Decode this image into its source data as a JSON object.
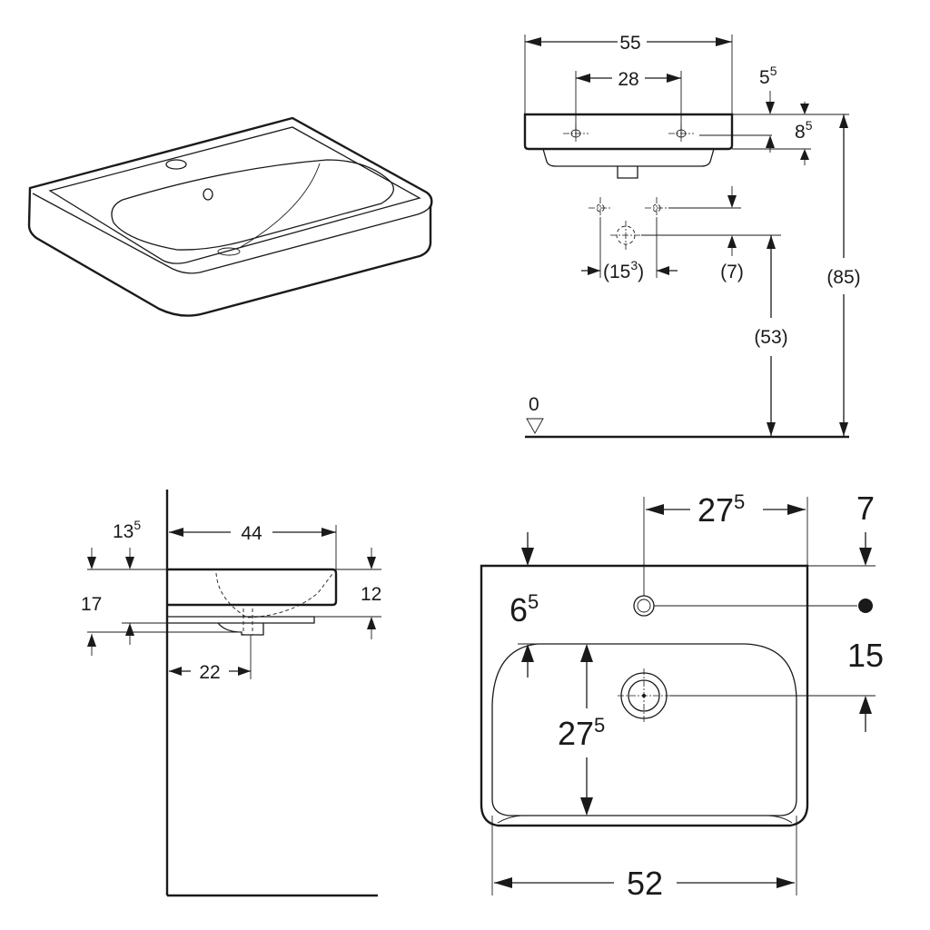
{
  "perspective_view": {},
  "front_view": {
    "labels": {
      "overall_width": "55",
      "tap_hole_spacing": "28",
      "rim_offset": "5",
      "rim_offset_sup": "5",
      "rim_height": "8",
      "rim_height_sup": "5",
      "waste_spacing_open": "(15",
      "waste_spacing_sup": "3",
      "waste_spacing_close": ")",
      "waste_offset": "(7)",
      "waste_height": "(53)",
      "installation_height": "(85)",
      "floor_level": "0"
    }
  },
  "side_view": {
    "labels": {
      "top_offset": "13",
      "top_offset_sup": "5",
      "depth": "44",
      "thickness": "12",
      "total_height": "17",
      "waste_distance": "22"
    }
  },
  "plan_view": {
    "labels": {
      "tap_hole_offset": "27",
      "tap_hole_offset_sup": "5",
      "tap_hole_depth": "7",
      "rim_width": "6",
      "rim_width_sup": "5",
      "drain_offset": "15",
      "bowl_depth": "27",
      "bowl_depth_sup": "5",
      "width": "52"
    }
  }
}
